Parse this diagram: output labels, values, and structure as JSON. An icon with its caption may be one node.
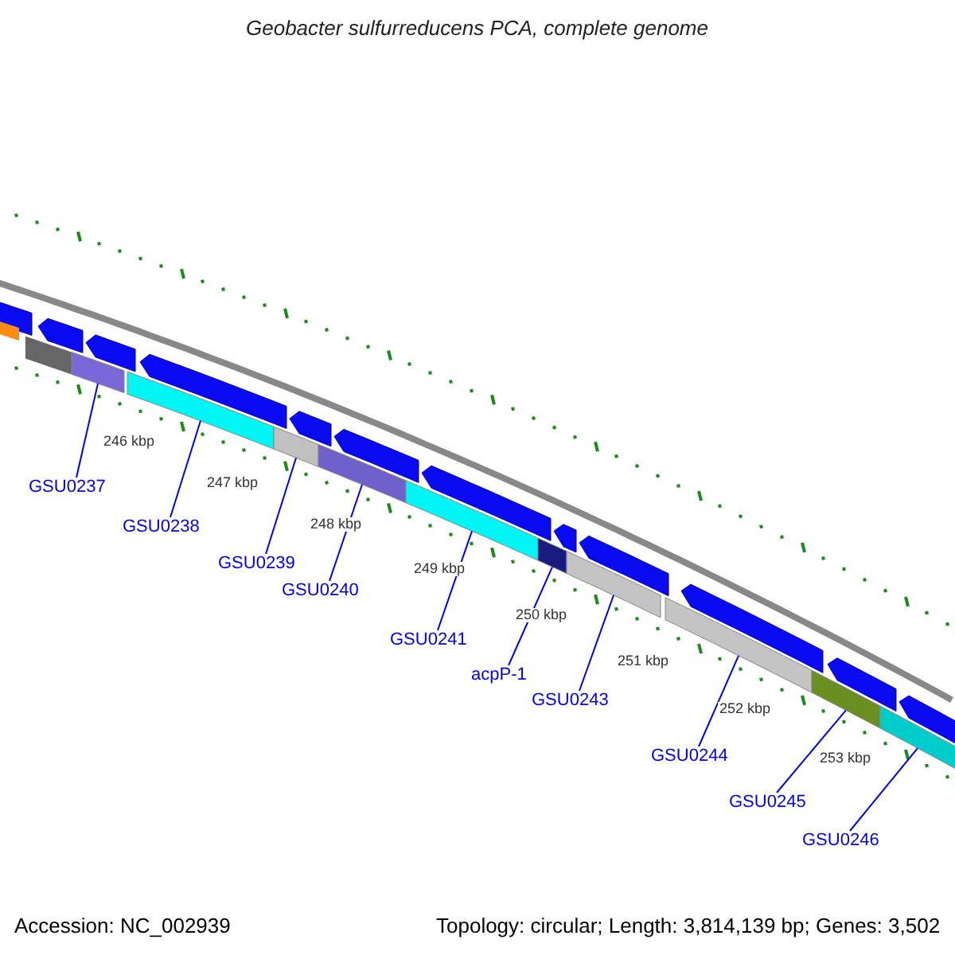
{
  "diagram": {
    "title": "Geobacter sulfurreducens PCA, complete genome",
    "nodes": [
      {
        "text": [],
        "shape": "bar"
      },
      {
        "text": [],
        "shape": "bar"
      },
      {
        "text": [],
        "shape": "bar"
      },
      {
        "text": [],
        "shape": "bar"
      },
      {
        "text": [],
        "shape": "bar"
      },
      {
        "text": [],
        "shape": "bar"
      },
      {
        "text": [],
        "shape": "bar"
      },
      {
        "text": [],
        "shape": "bar"
      },
      {
        "text": [],
        "shape": "bar"
      },
      {
        "text": [],
        "shape": "bar"
      },
      {
        "text": [
          "GSU0237"
        ]
      },
      {
        "text": [
          "GSU0238"
        ]
      },
      {
        "text": [
          "GSU0239"
        ]
      },
      {
        "text": [
          "GSU0240"
        ]
      },
      {
        "text": [
          "GSU0241"
        ]
      },
      {
        "text": [
          "acpP-1"
        ]
      },
      {
        "text": [
          "GSU0243"
        ]
      },
      {
        "text": [
          "GSU0244"
        ]
      },
      {
        "text": [
          "GSU0245"
        ]
      },
      {
        "text": [
          "GSU0246"
        ]
      }
    ],
    "edges": [
      {
        "from": 10,
        "to": 0,
        "arrow": "none"
      },
      {
        "from": 11,
        "to": 1,
        "arrow": "none"
      },
      {
        "from": 12,
        "to": 2,
        "arrow": "none"
      },
      {
        "from": 13,
        "to": 3,
        "arrow": "none"
      },
      {
        "from": 14,
        "to": 4,
        "arrow": "none"
      },
      {
        "from": 15,
        "to": 5,
        "arrow": "none"
      },
      {
        "from": 16,
        "to": 6,
        "arrow": "none"
      },
      {
        "from": 17,
        "to": 7,
        "arrow": "none"
      },
      {
        "from": 18,
        "to": 8,
        "arrow": "none"
      },
      {
        "from": 19,
        "to": 9,
        "arrow": "none"
      }
    ],
    "labels": [
      "246 kbp",
      "247 kbp",
      "248 kbp",
      "249 kbp",
      "250 kbp",
      "251 kbp",
      "252 kbp",
      "253 kbp",
      "Accession: NC_002939",
      "Topology: circular; Length: 3,814,139 bp; Genes: 3,502"
    ]
  }
}
